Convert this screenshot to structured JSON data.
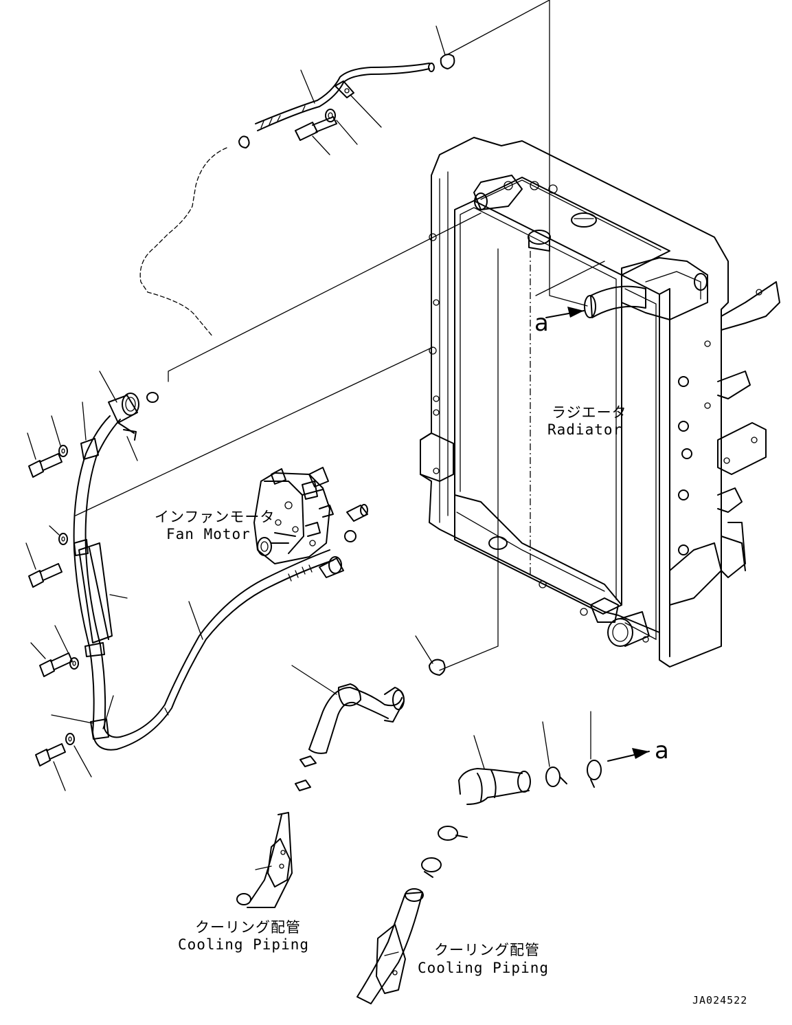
{
  "labels": {
    "radiator_jp": "ラジエータ",
    "radiator_en": "Radiator",
    "fan_motor_jp": "インファンモータ",
    "fan_motor_en": "Fan Motor",
    "cooling_piping_1_jp": "クーリング配管",
    "cooling_piping_1_en": "Cooling Piping",
    "cooling_piping_2_jp": "クーリング配管",
    "cooling_piping_2_en": "Cooling Piping",
    "ref_a_top": "a",
    "ref_a_bottom": "a",
    "drawing_number": "JA024522"
  }
}
